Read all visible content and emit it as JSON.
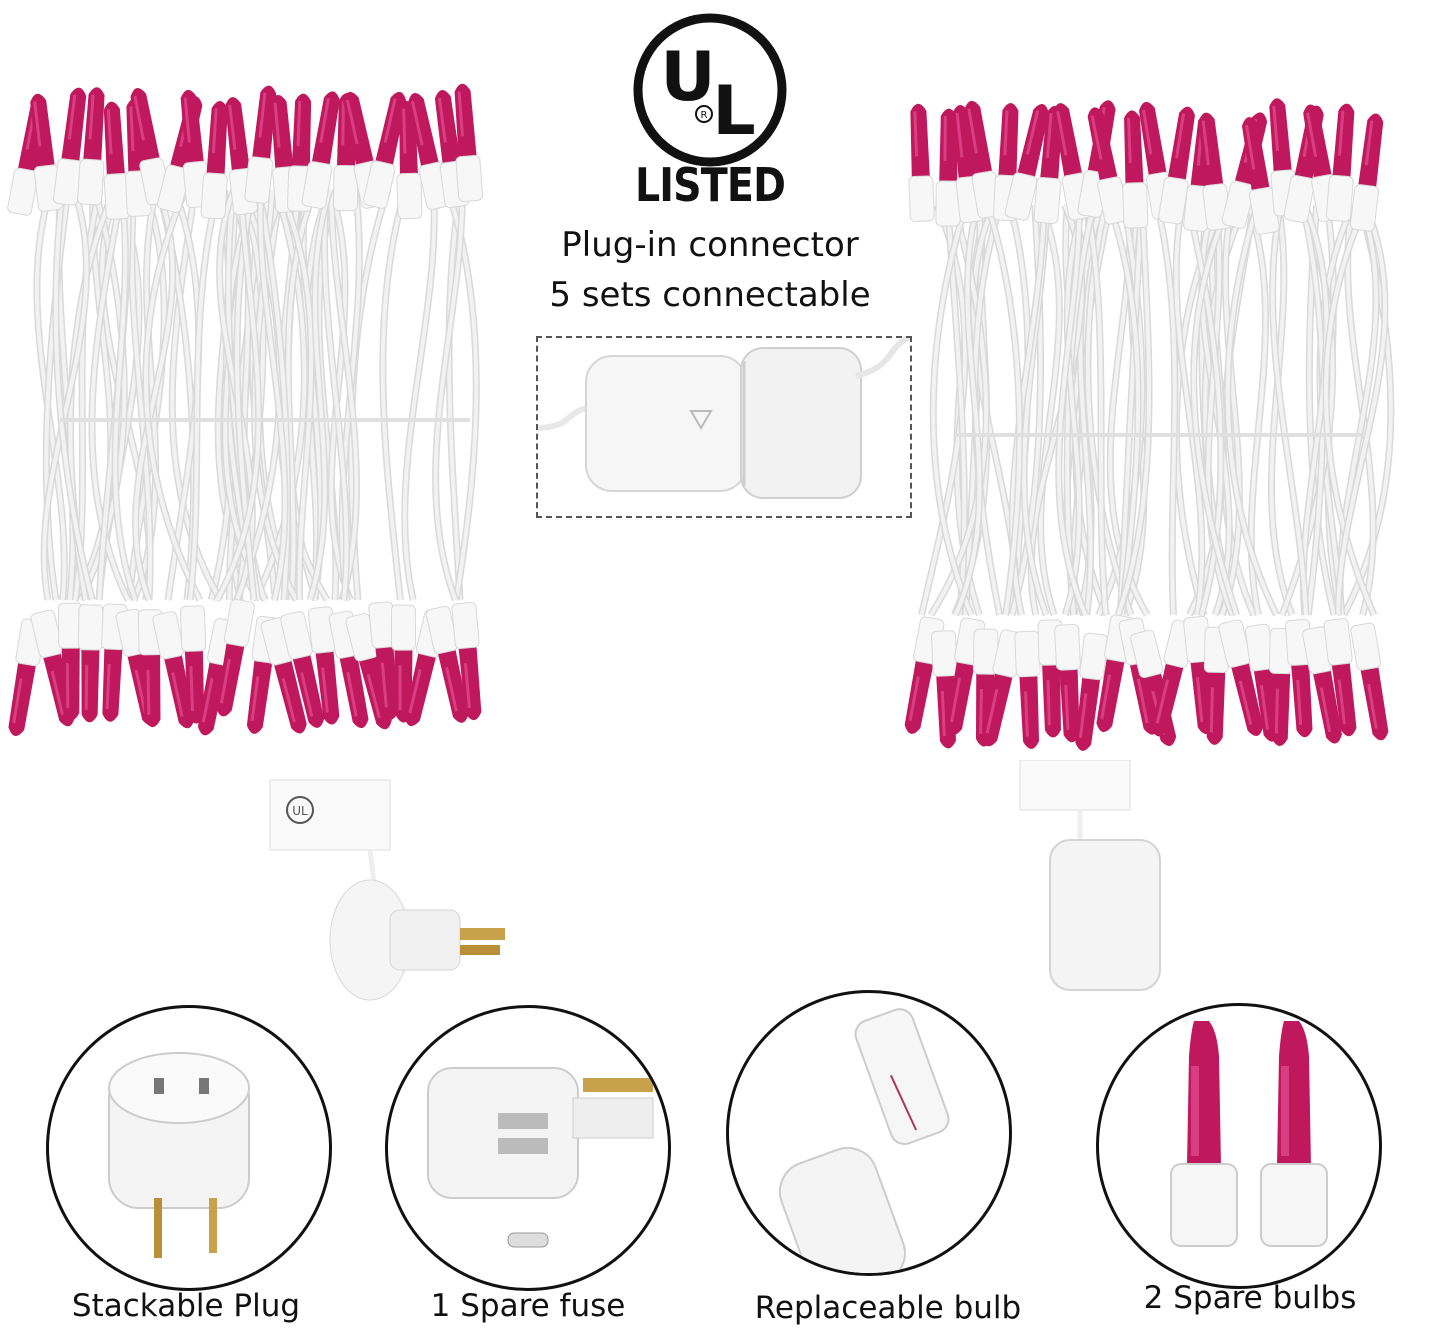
{
  "certification": {
    "logo_letters": "UL",
    "registered_mark": "®",
    "listed_label": "LISTED"
  },
  "headline": {
    "line1": "Plug-in connector",
    "line2": "5 sets connectable"
  },
  "colors": {
    "bulb": "#c0185c",
    "bulb_highlight": "#e8589a",
    "wire": "#f2f2f2",
    "socket": "#f7f7f7",
    "text": "#111111"
  },
  "features": [
    {
      "label": "Stackable Plug",
      "icon": "stackable-plug-icon"
    },
    {
      "label": "1 Spare fuse",
      "icon": "spare-fuse-icon"
    },
    {
      "label": "Replaceable bulb",
      "icon": "replaceable-bulb-icon"
    },
    {
      "label": "2 Spare bulbs",
      "icon": "spare-bulbs-icon"
    }
  ]
}
